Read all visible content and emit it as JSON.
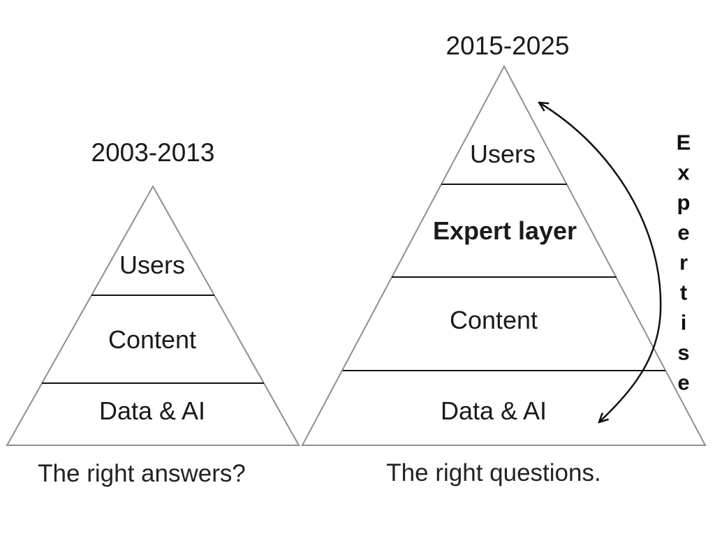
{
  "left_pyramid": {
    "title": "2003-2013",
    "layers": [
      "Users",
      "Content",
      "Data & AI"
    ],
    "caption": "The right answers?"
  },
  "right_pyramid": {
    "title": "2015-2025",
    "layers": [
      "Users",
      "Expert layer",
      "Content",
      "Data & AI"
    ],
    "caption": "The right questions."
  },
  "side_label": {
    "word": "Expertise",
    "letters": [
      "E",
      "x",
      "p",
      "e",
      "r",
      "t",
      "i",
      "s",
      "e"
    ]
  },
  "colors": {
    "background": "#ffffff",
    "pyramid_outline": "#8f8f8f",
    "divider_line": "#111111",
    "arrow": "#111111",
    "text": "#1a1a1a"
  }
}
